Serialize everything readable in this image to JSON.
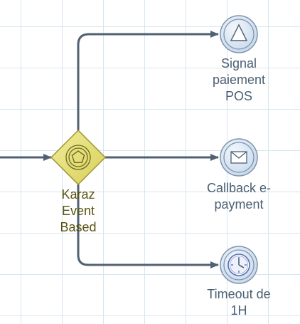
{
  "colors": {
    "flow": "#4f6173",
    "gateway_fill": "#e6e07a",
    "gateway_stroke": "#9c9630",
    "event_fill": "#d3e2f3",
    "event_stroke": "#7f94ab",
    "event_label": "#4a5f72",
    "gateway_label": "#5a5410",
    "grid": "#d6e6f0"
  },
  "gateway": {
    "icon": "pentagon-icon",
    "label_lines": [
      "Karaz",
      "Event",
      "Based"
    ]
  },
  "events": [
    {
      "id": "signal",
      "icon": "triangle-icon",
      "label_lines": [
        "Signal",
        "paiement",
        "POS"
      ]
    },
    {
      "id": "callback",
      "icon": "envelope-icon",
      "label_lines": [
        "Callback e-",
        "payment"
      ]
    },
    {
      "id": "timeout",
      "icon": "clock-icon",
      "label_lines": [
        "Timeout de",
        "1H"
      ]
    }
  ]
}
